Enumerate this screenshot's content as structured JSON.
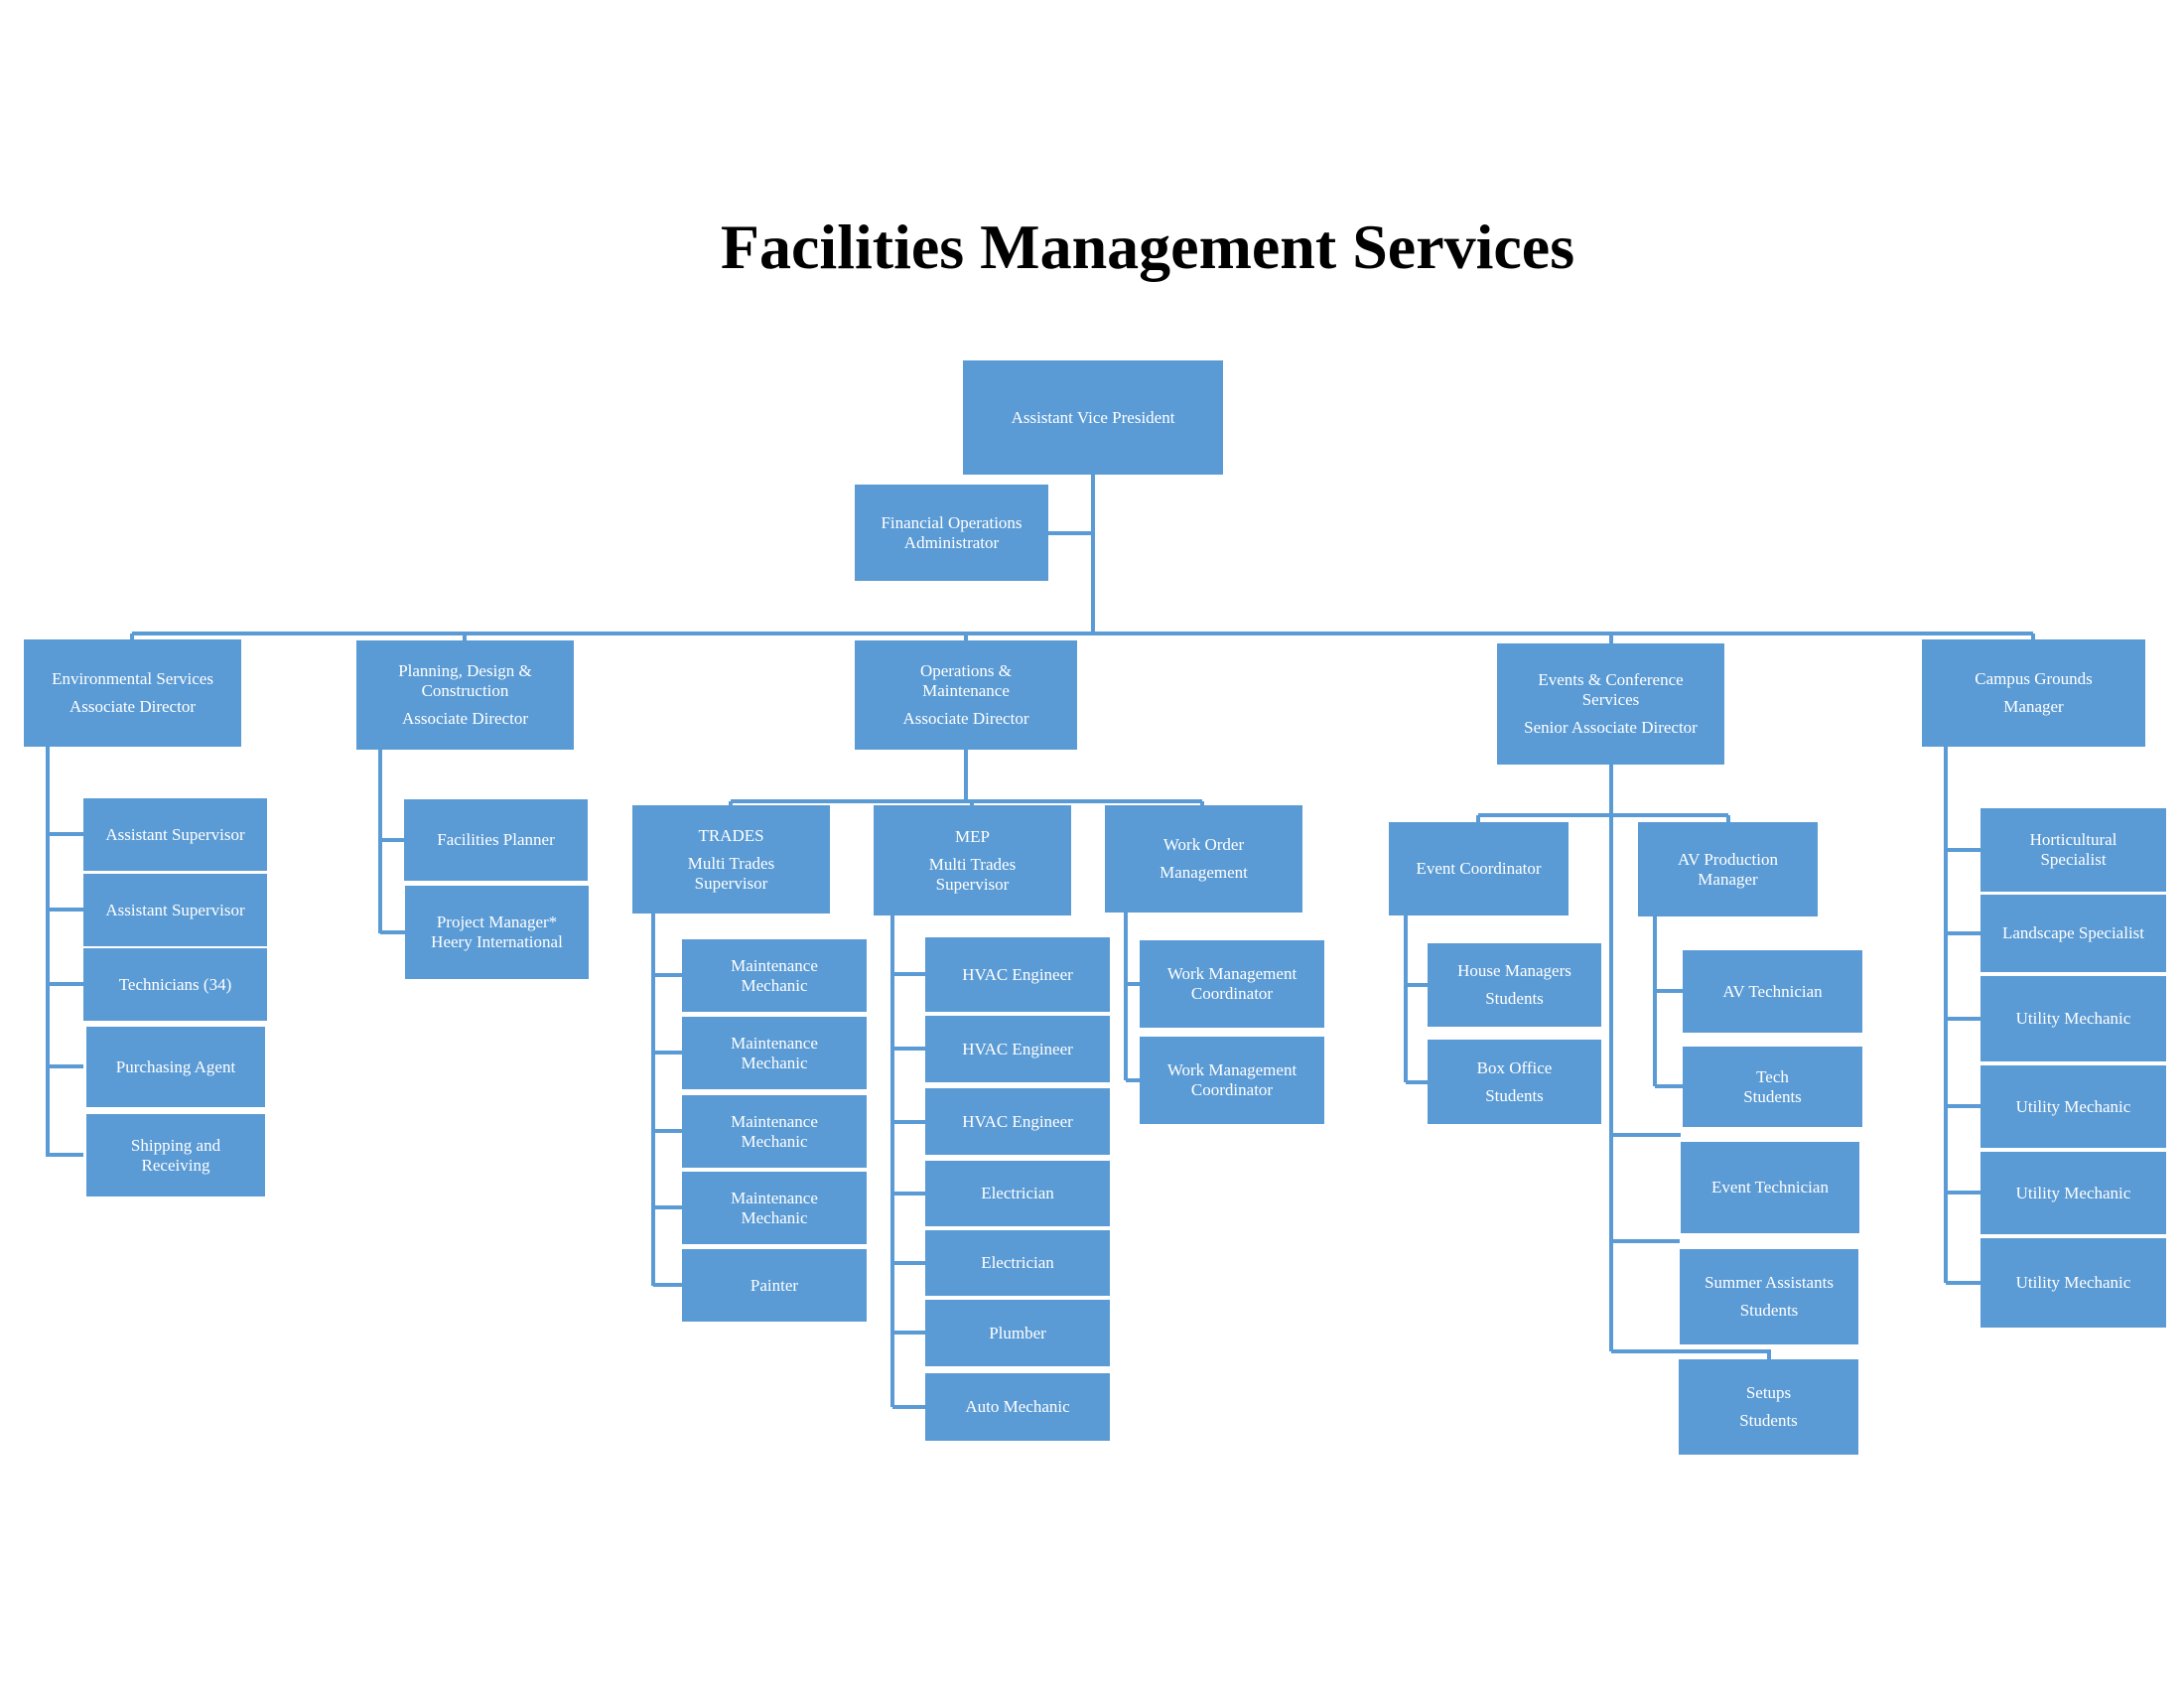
{
  "title": "Facilities Management Services",
  "colors": {
    "box": "#5b9bd5",
    "line": "#5b9bd5",
    "text": "#ffffff"
  },
  "nodes": {
    "avp": [
      "Assistant Vice President"
    ],
    "finops": [
      "Financial Operations",
      "Administrator"
    ],
    "env": [
      "Environmental Services",
      "Associate Director"
    ],
    "pdc": [
      "Planning, Design &",
      "Construction",
      "Associate Director"
    ],
    "om": [
      "Operations &",
      "Maintenance",
      "Associate Director"
    ],
    "ecs": [
      "Events & Conference",
      "Services",
      "Senior Associate Director"
    ],
    "cg": [
      "Campus Grounds",
      "Manager"
    ],
    "env1": [
      "Assistant Supervisor"
    ],
    "env2": [
      "Assistant Supervisor"
    ],
    "env3": [
      "Technicians (34)"
    ],
    "env4": [
      "Purchasing Agent"
    ],
    "env5": [
      "Shipping and",
      "Receiving"
    ],
    "pdc1": [
      "Facilities Planner"
    ],
    "pdc2": [
      "Project Manager*",
      "Heery International"
    ],
    "trades": [
      "TRADES",
      "Multi Trades",
      "Supervisor"
    ],
    "mep": [
      "MEP",
      "Multi Trades",
      "Supervisor"
    ],
    "wom": [
      "Work Order",
      "Management"
    ],
    "tr1": [
      "Maintenance",
      "Mechanic"
    ],
    "tr2": [
      "Maintenance",
      "Mechanic"
    ],
    "tr3": [
      "Maintenance",
      "Mechanic"
    ],
    "tr4": [
      "Maintenance",
      "Mechanic"
    ],
    "tr5": [
      "Painter"
    ],
    "mep1": [
      "HVAC Engineer"
    ],
    "mep2": [
      "HVAC Engineer"
    ],
    "mep3": [
      "HVAC Engineer"
    ],
    "mep4": [
      "Electrician"
    ],
    "mep5": [
      "Electrician"
    ],
    "mep6": [
      "Plumber"
    ],
    "mep7": [
      "Auto Mechanic"
    ],
    "wom1": [
      "Work Management",
      "Coordinator"
    ],
    "wom2": [
      "Work Management",
      "Coordinator"
    ],
    "ec": [
      "Event Coordinator"
    ],
    "avpm": [
      "AV Production",
      "Manager"
    ],
    "ec1": [
      "House Managers",
      "Students"
    ],
    "ec2": [
      "Box Office",
      "Students"
    ],
    "av1": [
      "AV Technician"
    ],
    "av2": [
      "Tech",
      "Students"
    ],
    "et": [
      "Event Technician"
    ],
    "sa": [
      "Summer Assistants",
      "Students"
    ],
    "su": [
      "Setups",
      "Students"
    ],
    "cg1": [
      "Horticultural",
      "Specialist"
    ],
    "cg2": [
      "Landscape Specialist"
    ],
    "cg3": [
      "Utility Mechanic"
    ],
    "cg4": [
      "Utility Mechanic"
    ],
    "cg5": [
      "Utility Mechanic"
    ],
    "cg6": [
      "Utility Mechanic"
    ]
  }
}
